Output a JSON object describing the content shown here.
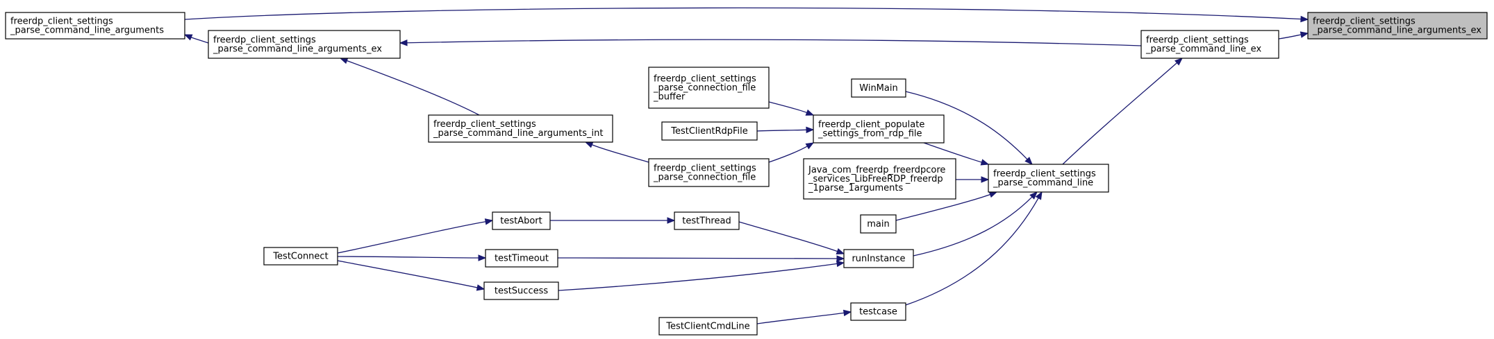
{
  "graph": {
    "nodes": [
      {
        "id": "n_target",
        "label": [
          "freerdp_client_settings",
          "_parse_command_line_arguments_ex"
        ],
        "highlight": true
      },
      {
        "id": "n_args",
        "label": [
          "freerdp_client_settings",
          "_parse_command_line_arguments"
        ]
      },
      {
        "id": "n_args_ex",
        "label": [
          "freerdp_client_settings",
          "_parse_command_line_arguments_ex"
        ]
      },
      {
        "id": "n_line_ex",
        "label": [
          "freerdp_client_settings",
          "_parse_command_line_ex"
        ]
      },
      {
        "id": "n_args_int",
        "label": [
          "freerdp_client_settings",
          "_parse_command_line_arguments_int"
        ]
      },
      {
        "id": "n_conn_buf",
        "label": [
          "freerdp_client_settings",
          "_parse_connection_file",
          "_buffer"
        ]
      },
      {
        "id": "n_rdpfile",
        "label": [
          "TestClientRdpFile"
        ]
      },
      {
        "id": "n_conn_file",
        "label": [
          "freerdp_client_settings",
          "_parse_connection_file"
        ]
      },
      {
        "id": "n_populate",
        "label": [
          "freerdp_client_populate",
          "_settings_from_rdp_file"
        ]
      },
      {
        "id": "n_winmain",
        "label": [
          "WinMain"
        ]
      },
      {
        "id": "n_java",
        "label": [
          "Java_com_freerdp_freerdpcore",
          "_services_LibFreeRDP_freerdp",
          "_1parse_1arguments"
        ]
      },
      {
        "id": "n_cmdline",
        "label": [
          "freerdp_client_settings",
          "_parse_command_line"
        ]
      },
      {
        "id": "n_main",
        "label": [
          "main"
        ]
      },
      {
        "id": "n_runinstance",
        "label": [
          "runInstance"
        ]
      },
      {
        "id": "n_testcase",
        "label": [
          "testcase"
        ]
      },
      {
        "id": "n_testthread",
        "label": [
          "testThread"
        ]
      },
      {
        "id": "n_testabort",
        "label": [
          "testAbort"
        ]
      },
      {
        "id": "n_testtimeout",
        "label": [
          "testTimeout"
        ]
      },
      {
        "id": "n_testsuccess",
        "label": [
          "testSuccess"
        ]
      },
      {
        "id": "n_testconnect",
        "label": [
          "TestConnect"
        ]
      },
      {
        "id": "n_testcmdline",
        "label": [
          "TestClientCmdLine"
        ]
      }
    ],
    "edges": [
      {
        "from": "n_args",
        "to": "n_target"
      },
      {
        "from": "n_line_ex",
        "to": "n_target"
      },
      {
        "from": "n_line_ex",
        "to": "n_args_ex"
      },
      {
        "from": "n_args_ex",
        "to": "n_args"
      },
      {
        "from": "n_args_int",
        "to": "n_args_ex"
      },
      {
        "from": "n_cmdline",
        "to": "n_line_ex"
      },
      {
        "from": "n_conn_buf",
        "to": "n_populate"
      },
      {
        "from": "n_rdpfile",
        "to": "n_populate"
      },
      {
        "from": "n_conn_file",
        "to": "n_populate"
      },
      {
        "from": "n_conn_file",
        "to": "n_args_int"
      },
      {
        "from": "n_populate",
        "to": "n_cmdline"
      },
      {
        "from": "n_winmain",
        "to": "n_cmdline"
      },
      {
        "from": "n_java",
        "to": "n_cmdline"
      },
      {
        "from": "n_main",
        "to": "n_cmdline"
      },
      {
        "from": "n_runinstance",
        "to": "n_cmdline"
      },
      {
        "from": "n_testcase",
        "to": "n_cmdline"
      },
      {
        "from": "n_testthread",
        "to": "n_runinstance"
      },
      {
        "from": "n_testtimeout",
        "to": "n_runinstance"
      },
      {
        "from": "n_testsuccess",
        "to": "n_runinstance"
      },
      {
        "from": "n_testabort",
        "to": "n_testthread"
      },
      {
        "from": "n_testconnect",
        "to": "n_testabort"
      },
      {
        "from": "n_testconnect",
        "to": "n_testtimeout"
      },
      {
        "from": "n_testconnect",
        "to": "n_testsuccess"
      },
      {
        "from": "n_testcmdline",
        "to": "n_testcase"
      }
    ]
  },
  "colors": {
    "edge": "#191970",
    "node_fill": "#ffffff",
    "node_highlight_fill": "#bfbfbf",
    "node_stroke": "#000000"
  }
}
